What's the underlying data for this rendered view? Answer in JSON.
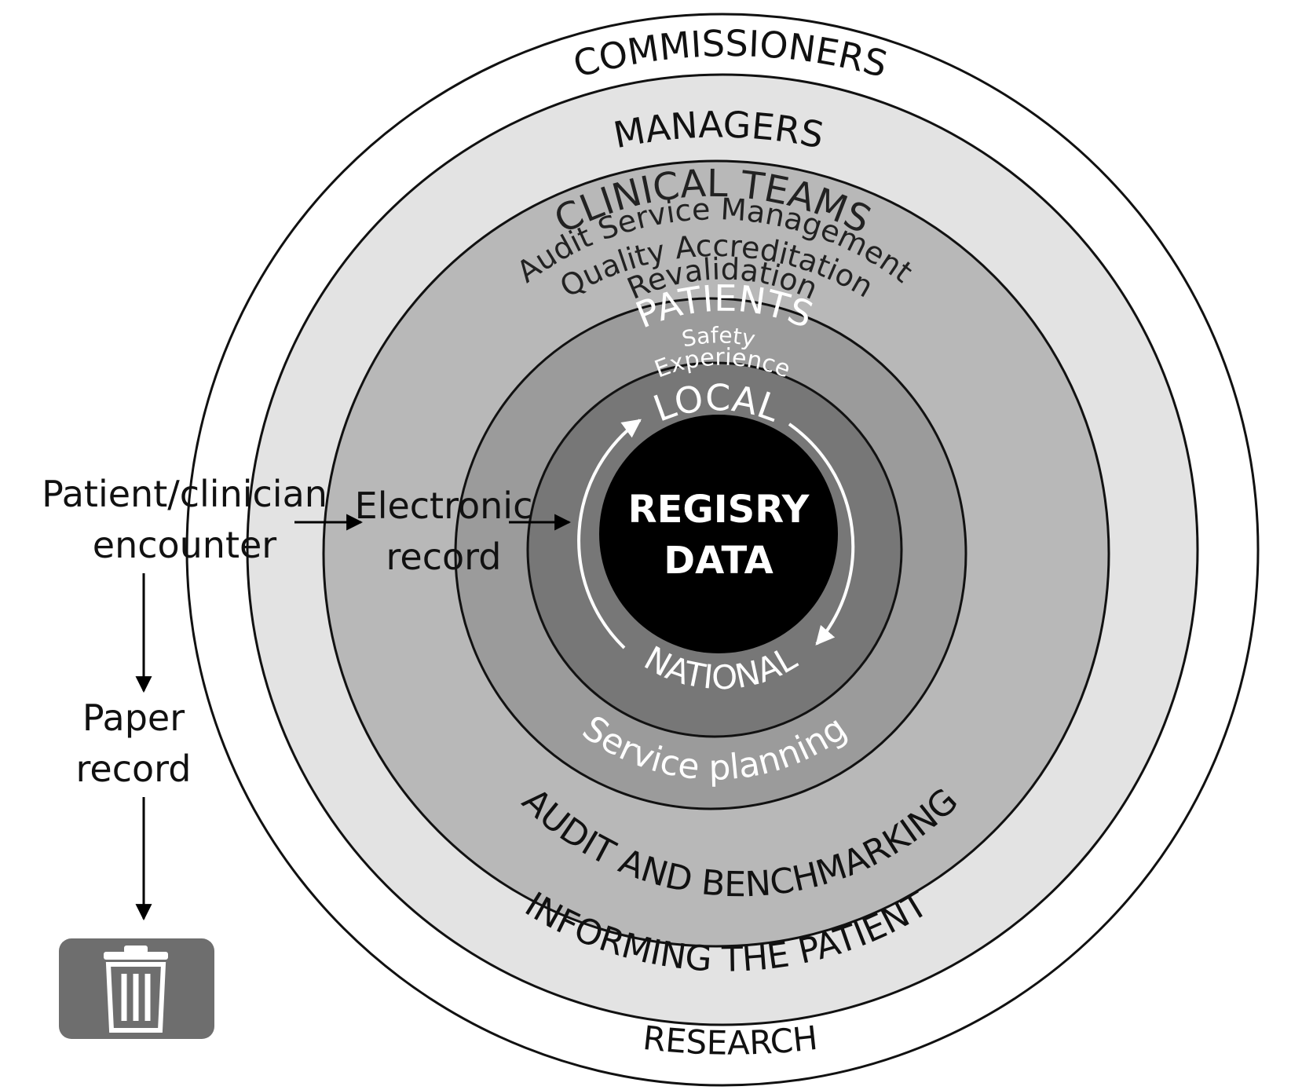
{
  "rings": {
    "outer_top": "COMMISSIONERS",
    "outer_bottom": "RESEARCH",
    "second_top": "MANAGERS",
    "second_bottom": "INFORMING THE PATIENT",
    "third_top": "CLINICAL TEAMS",
    "third_sub1": "Audit Service Management",
    "third_sub2": "Quality Accreditation",
    "third_sub3": "Revalidation",
    "third_bottom": "AUDIT AND BENCHMARKING",
    "fourth_top": "PATIENTS",
    "fourth_sub1": "Safety",
    "fourth_sub2": "Experience",
    "fourth_bottom": "Service planning",
    "fifth_top": "LOCAL",
    "fifth_bottom": "NATIONAL"
  },
  "core": {
    "line1": "REGISRY",
    "line2": "DATA"
  },
  "flow": {
    "encounter_line1": "Patient/clinician",
    "encounter_line2": "encounter",
    "electronic_line1": "Electronic",
    "electronic_line2": "record",
    "paper_line1": "Paper",
    "paper_line2": "record",
    "bin_icon": "trash-icon"
  },
  "colors": {
    "ring1": "#ffffff",
    "ring2": "#e3e3e3",
    "ring3": "#b8b8b8",
    "ring4": "#9b9b9b",
    "ring5": "#777777",
    "core": "#000000",
    "bin": "#6e6e6e"
  }
}
